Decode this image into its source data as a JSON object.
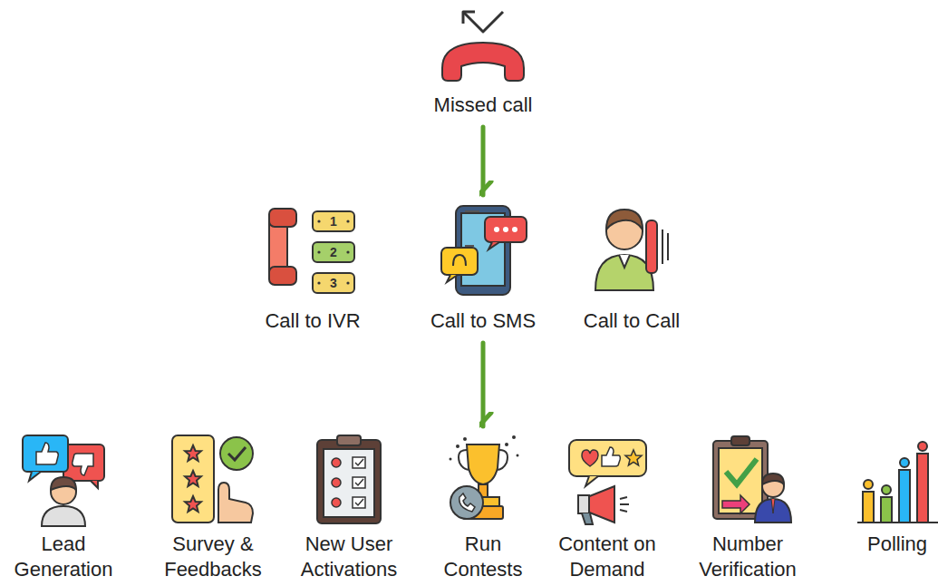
{
  "diagram": {
    "nodes": [
      {
        "text": [
          "Missed call"
        ]
      },
      {
        "text": [
          "Call to IVR"
        ]
      },
      {
        "text": [
          "Call to SMS"
        ]
      },
      {
        "text": [
          "Call to Call"
        ]
      },
      {
        "text": [
          "Lead Generation"
        ]
      },
      {
        "text": [
          "Survey & Feedbacks"
        ]
      },
      {
        "text": [
          "New User Activations"
        ]
      },
      {
        "text": [
          "Run Contests"
        ]
      },
      {
        "text": [
          "Content on Demand"
        ]
      },
      {
        "text": [
          "Number Verification"
        ]
      },
      {
        "text": [
          "Polling"
        ]
      }
    ],
    "edges": [
      {
        "from": 0,
        "to": 2,
        "arrow": "to"
      },
      {
        "from": 2,
        "to": 7,
        "arrow": "to"
      }
    ],
    "labels": [
      "1",
      "2",
      "3"
    ]
  }
}
